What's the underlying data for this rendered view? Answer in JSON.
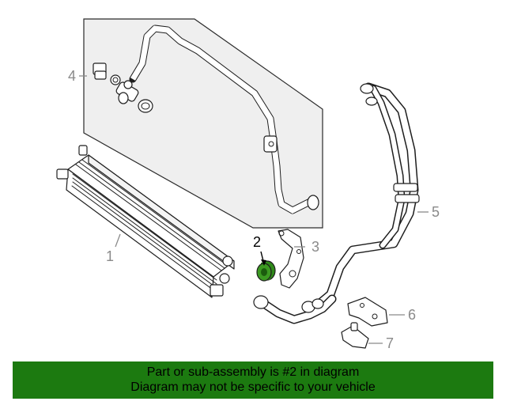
{
  "callouts": {
    "c1": "1",
    "c2": "2",
    "c3": "3",
    "c4": "4",
    "c5": "5",
    "c6": "6",
    "c7": "7"
  },
  "highlighted_part": "2",
  "banner": {
    "line1": "Part or sub-assembly is #2 in diagram",
    "line2": "Diagram may not be specific to your vehicle"
  },
  "colors": {
    "banner_bg": "#1c7a10",
    "highlight_part": "#2f8a1a",
    "callout_text": "#8a8a8a",
    "inset_bg": "#efefef"
  }
}
